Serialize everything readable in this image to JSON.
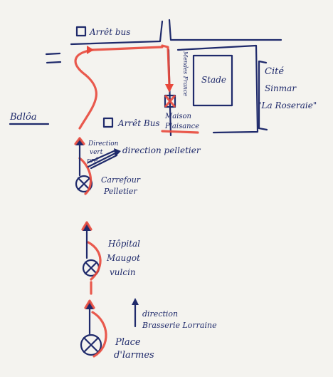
{
  "labels": {
    "bus_stop_top": "Arrêt bus",
    "bus_stop_mid": "Arrêt Bus",
    "boulevard": "Bdlôa",
    "stade": "Stade",
    "maison_plaisance_1": "Maison",
    "maison_plaisance_2": "Plaisance",
    "road_vertical": "Mendes France",
    "cite_1": "Cité",
    "cite_2": "Sinmar",
    "cite_3": "\"La Roseraie\"",
    "direction_vert_pre_1": "Direction",
    "direction_vert_pre_2": "vert",
    "direction_vert_pre_3": "pré",
    "direction_pelletier": "direction pelletier",
    "carrefour_1": "Carrefour",
    "carrefour_2": "Pelletier",
    "hopital_1": "Hôpital",
    "hopital_2": "Maugot",
    "hopital_3": "vulcin",
    "brasserie_1": "direction",
    "brasserie_2": "Brasserie Lorraine",
    "place_1": "Place",
    "place_2": "d'larmes"
  },
  "colors": {
    "ink": "#1f2a6b",
    "route": "#e8483b",
    "paper": "#f4f3ef"
  }
}
